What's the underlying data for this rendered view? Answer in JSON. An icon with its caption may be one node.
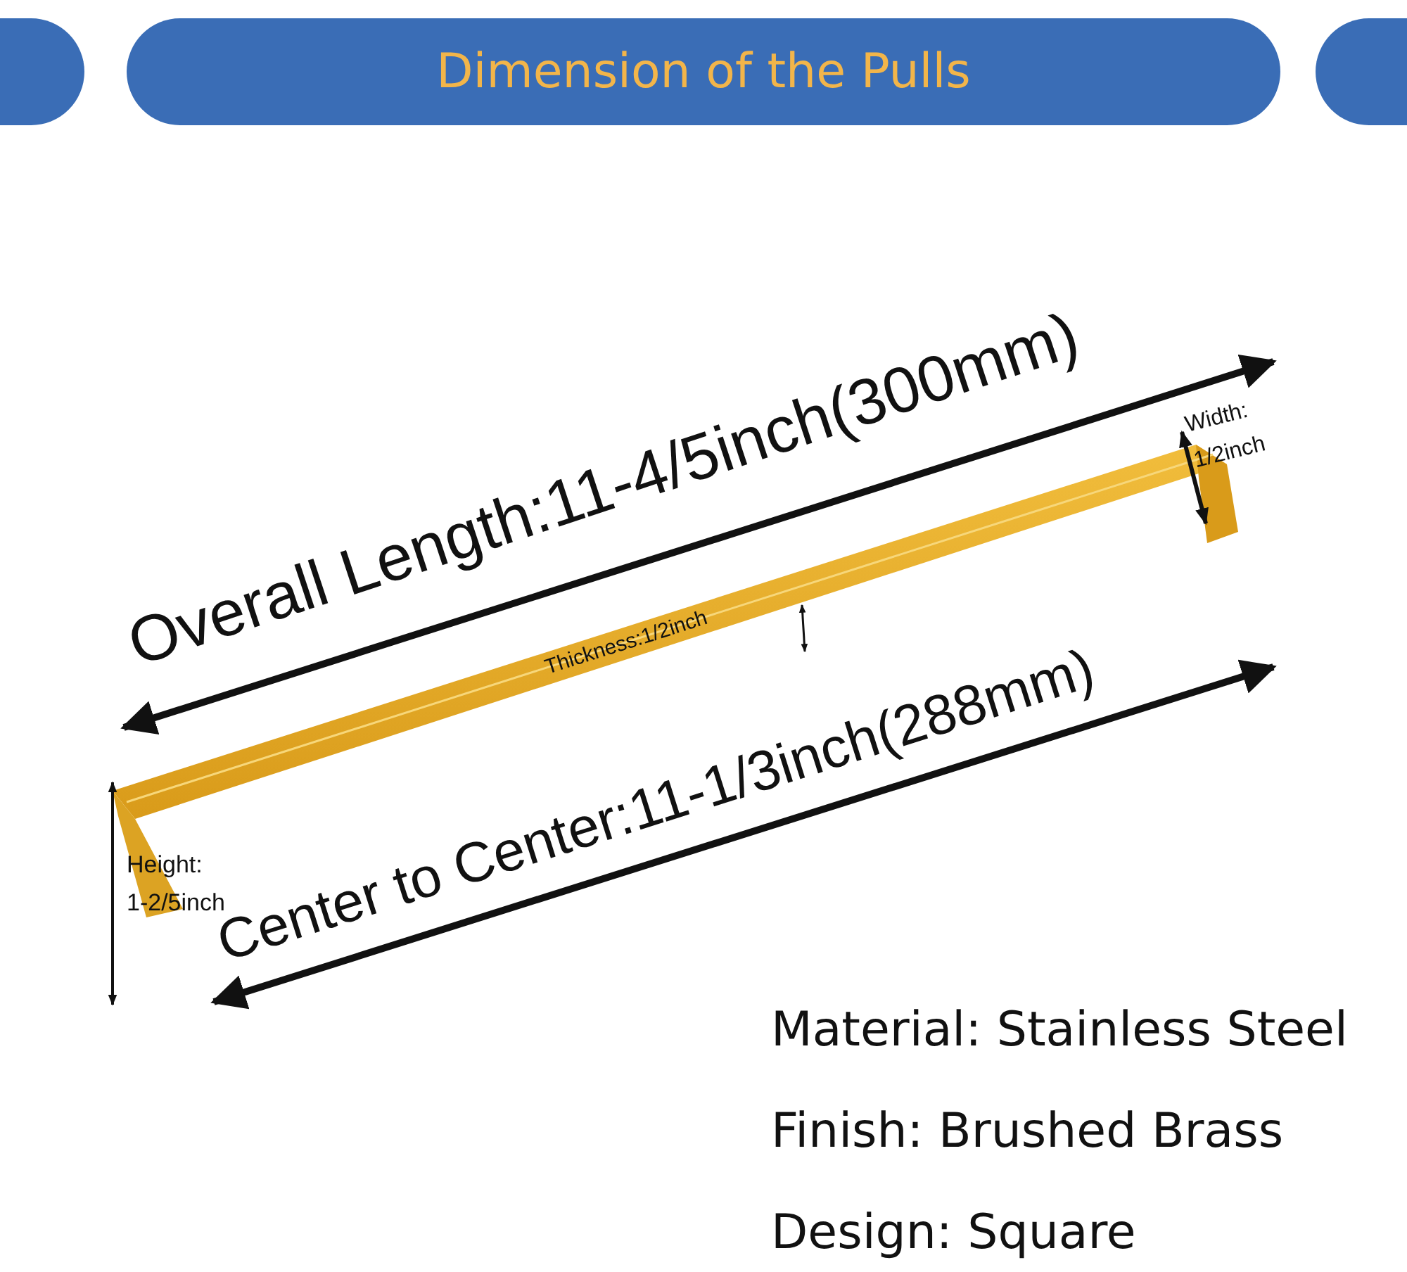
{
  "diagram": {
    "title": "Dimension of the Pulls",
    "labels": [
      "Overall Length:11-4/5inch(300mm)",
      "Width: 1/2inch",
      "Thickness:1/2inch",
      "Center to Center:11-1/3inch(288mm)",
      "Height: 1-2/5inch",
      "Material: Stainless Steel",
      "Finish: Brushed Brass",
      "Design: Square"
    ]
  }
}
